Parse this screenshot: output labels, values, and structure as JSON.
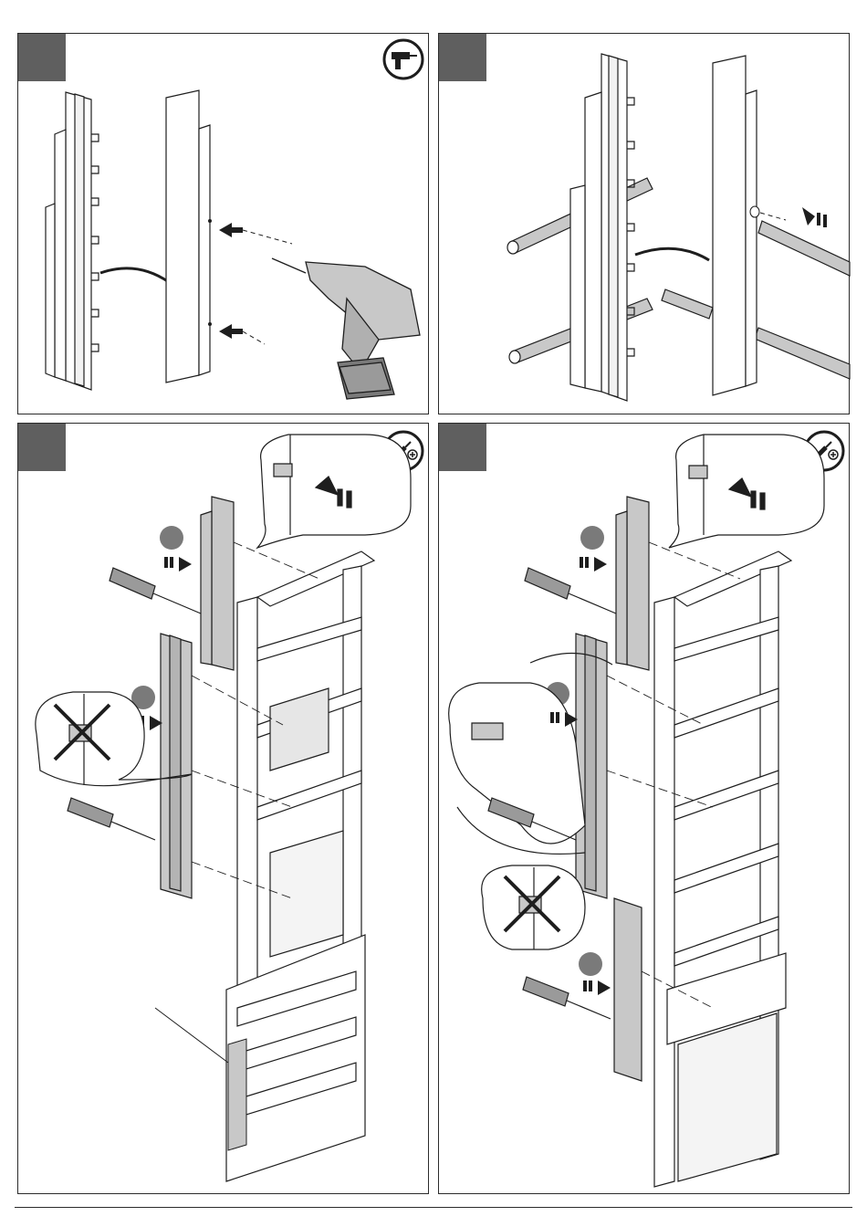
{
  "panels": [
    {
      "id": "p1",
      "tool_icon": "drill-icon"
    },
    {
      "id": "p2",
      "tool_icon": ""
    },
    {
      "id": "p3",
      "tool_icon": "screwdriver-icon"
    },
    {
      "id": "p4",
      "tool_icon": "screwdriver-icon"
    }
  ],
  "colors": {
    "line": "#1e1e1e",
    "grey_part": "#c8c8c8",
    "dark_tab": "#5f5f5f",
    "callout_dot": "#7a7a7a"
  }
}
